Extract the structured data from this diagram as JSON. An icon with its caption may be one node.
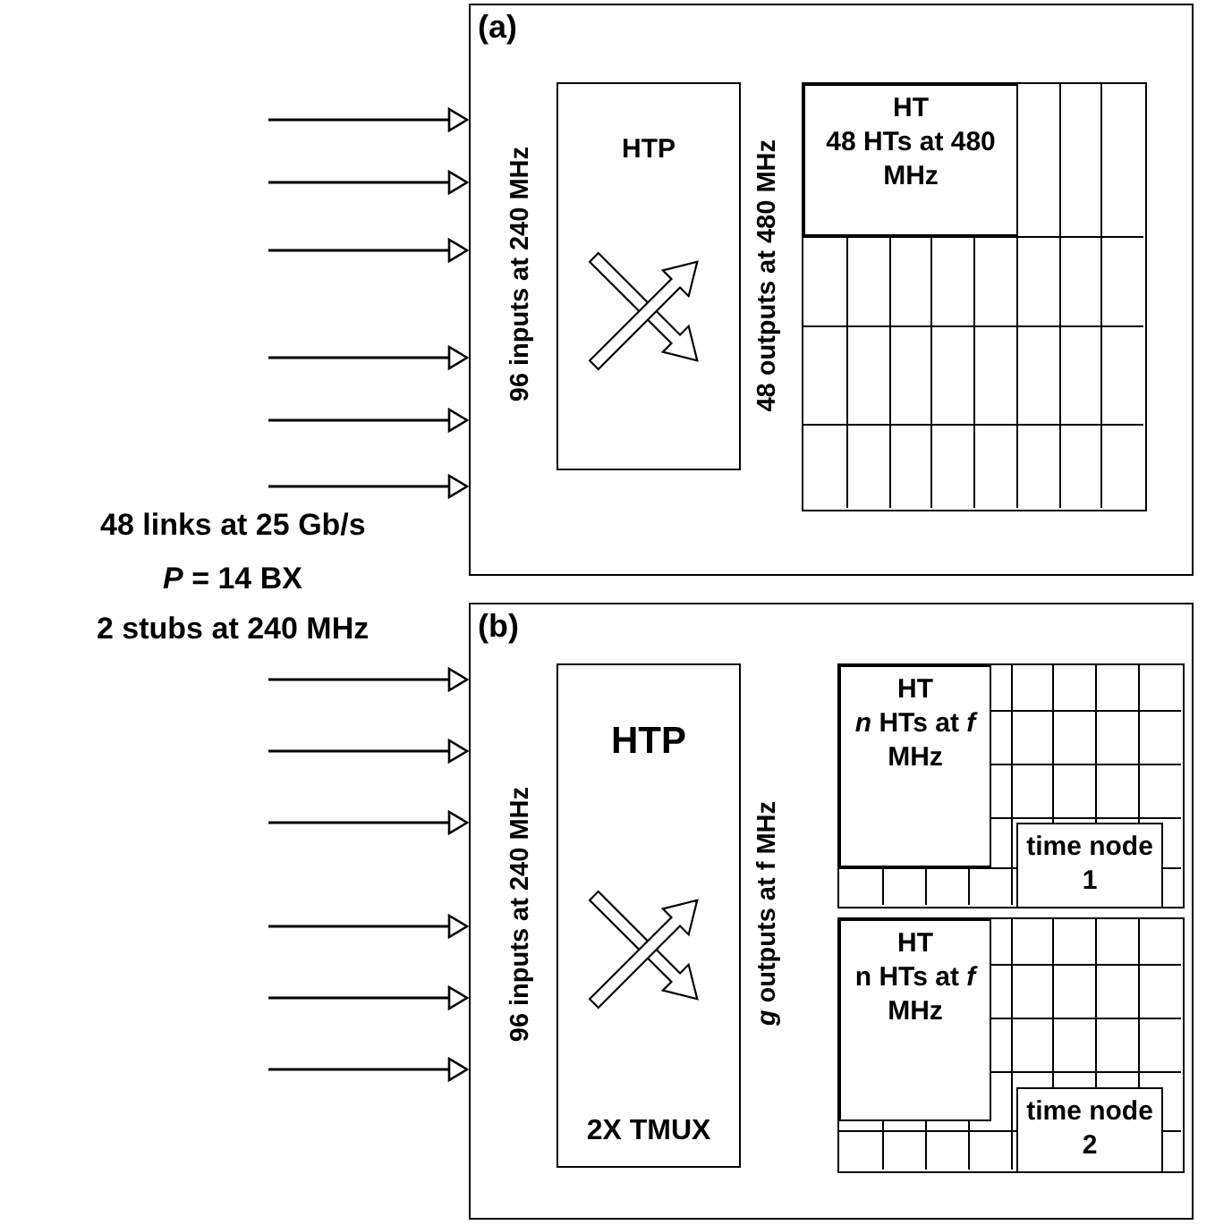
{
  "diagram": {
    "nodes": [
      {
        "text": [
          "(a)"
        ]
      },
      {
        "text": [
          "HTP"
        ],
        "in": 0,
        "beside": [
          "96 inputs at 240 MHz",
          "48 outputs at 480 MHz"
        ]
      },
      {
        "text": [],
        "shape": "box",
        "in": 0
      },
      {
        "text": [
          "HT",
          "48 HTs at 480 MHz"
        ],
        "in": 2
      },
      {
        "text": [
          "(b)"
        ]
      },
      {
        "text": [
          "HTP",
          "2X TMUX"
        ],
        "in": 4,
        "beside": [
          "96 inputs at 240 MHz",
          "*g* outputs at f MHz"
        ]
      },
      {
        "text": [],
        "shape": "box",
        "in": 4
      },
      {
        "text": [
          "HT",
          "*n* HTs at *f* MHz"
        ],
        "in": 6
      },
      {
        "text": [
          "time node 1"
        ],
        "in": 6
      },
      {
        "text": [],
        "shape": "box",
        "in": 4
      },
      {
        "text": [
          "HT",
          "n HTs at *f* MHz"
        ],
        "in": 9
      },
      {
        "text": [
          "time node 2"
        ],
        "in": 9
      }
    ],
    "edges": [
      {
        "from": null,
        "to": 0,
        "arrow": "to"
      },
      {
        "from": null,
        "to": 0,
        "arrow": "to"
      },
      {
        "from": null,
        "to": 0,
        "arrow": "to"
      },
      {
        "from": null,
        "to": 0,
        "arrow": "to"
      },
      {
        "from": null,
        "to": 0,
        "arrow": "to"
      },
      {
        "from": null,
        "to": 0,
        "arrow": "to"
      },
      {
        "from": null,
        "to": 4,
        "arrow": "to"
      },
      {
        "from": null,
        "to": 4,
        "arrow": "to"
      },
      {
        "from": null,
        "to": 4,
        "arrow": "to"
      },
      {
        "from": null,
        "to": 4,
        "arrow": "to"
      },
      {
        "from": null,
        "to": 4,
        "arrow": "to"
      },
      {
        "from": null,
        "to": 4,
        "arrow": "to"
      }
    ],
    "labels": [
      "48 links at 25 Gb/s",
      "*P* = 14 BX",
      "2 stubs at 240 MHz"
    ]
  }
}
